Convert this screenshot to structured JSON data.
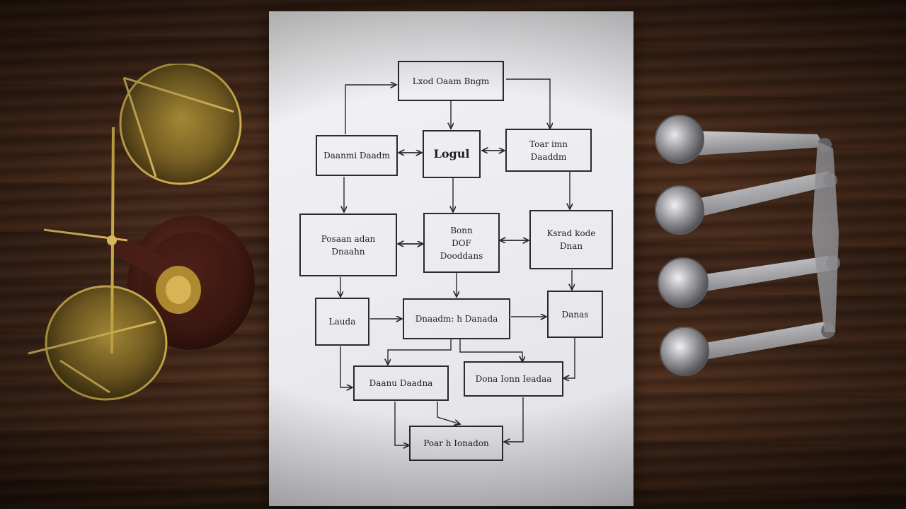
{
  "flowchart": {
    "nodes": [
      {
        "id": "top",
        "label": "Lxod Oaam Bngm"
      },
      {
        "id": "left1",
        "label": "Daanmi Daadm"
      },
      {
        "id": "center1",
        "label": "Logul"
      },
      {
        "id": "right1",
        "label": "Toar imn Daaddm"
      },
      {
        "id": "left2",
        "label": "Posaan adan\nDnaahn"
      },
      {
        "id": "center2",
        "label": "Bonn\nDOF\nDooddans"
      },
      {
        "id": "right2",
        "label": "Ksrad kode\nDnan"
      },
      {
        "id": "left3",
        "label": "Lauda"
      },
      {
        "id": "center3",
        "label": "Dnaadm: h Danada"
      },
      {
        "id": "right3",
        "label": "Danas"
      },
      {
        "id": "left4",
        "label": "Daanu Daadna"
      },
      {
        "id": "right4",
        "label": "Dona Ionn Ieadaa"
      },
      {
        "id": "bottom",
        "label": "Poar h Ionadon"
      }
    ]
  },
  "props": {
    "left": "balance-scale",
    "right": "measuring-spoons"
  },
  "colors": {
    "paper": "#ececf0",
    "ink": "#2a2a2e",
    "wood": "#3f2619",
    "brass": "#c9a64a",
    "steel": "#b8b8bc"
  }
}
